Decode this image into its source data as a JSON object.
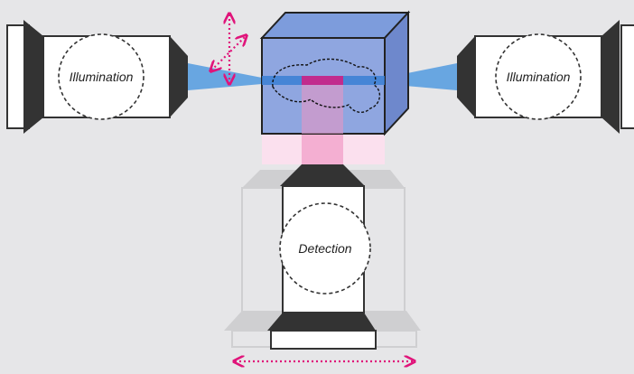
{
  "labels": {
    "illumination_left": "Illumination",
    "illumination_right": "Illumination",
    "detection": "Detection"
  },
  "colors": {
    "background": "#e6e6e8",
    "objective_dark": "#333333",
    "light_sheet_blue": "#3a8ed8",
    "sample_cube_blue": "#8fa6e0",
    "detection_pink": "#f08cc0",
    "arrow_magenta": "#e0147a"
  }
}
